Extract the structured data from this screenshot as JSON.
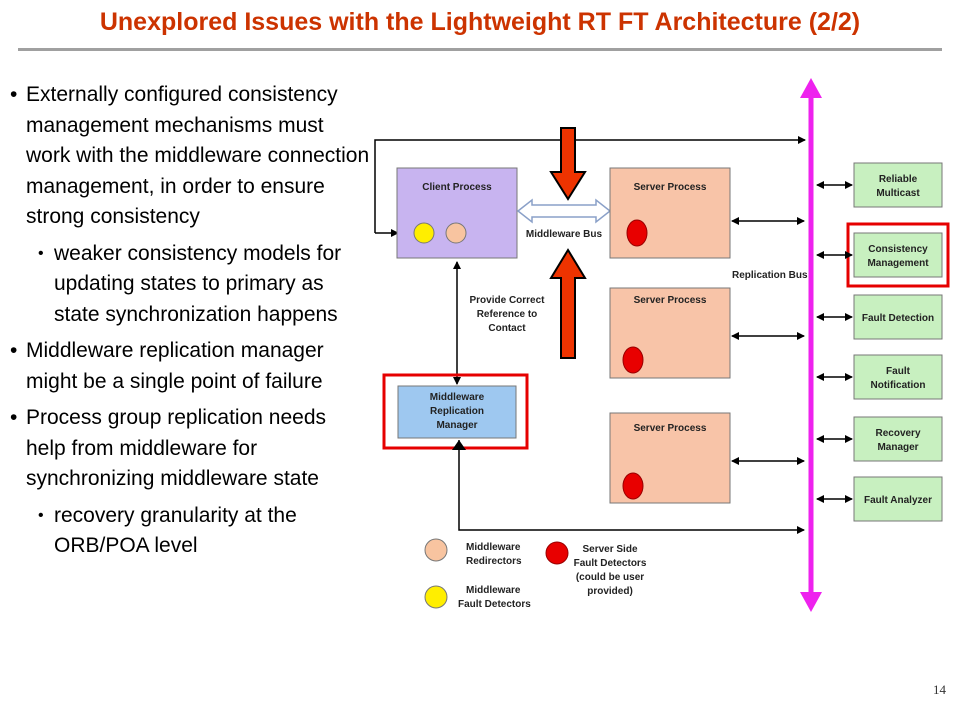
{
  "slide": {
    "title": "Unexplored Issues with the Lightweight RT FT Architecture (2/2)",
    "page_number": "14"
  },
  "bullets": {
    "b1": "Externally configured consistency management mechanisms must work with the middleware connection management, in order to ensure strong consistency",
    "b1_sub": "weaker consistency models for updating states to primary as state synchronization happens",
    "b2": "Middleware replication manager might be a single point of failure",
    "b3": "Process group replication needs help from middleware for synchronizing middleware state",
    "b3_sub": "recovery granularity at the ORB/POA level"
  },
  "diagram": {
    "client_process": "Client Process",
    "server_process_1": "Server Process",
    "server_process_2": "Server Process",
    "server_process_3": "Server Process",
    "middleware_bus": "Middleware Bus",
    "replication_bus": "Replication Bus",
    "provide_ref": [
      "Provide Correct",
      "Reference to",
      "Contact"
    ],
    "mw_replication_manager": [
      "Middleware",
      "Replication",
      "Manager"
    ],
    "services": {
      "reliable_multicast": [
        "Reliable",
        "Multicast"
      ],
      "consistency_management": [
        "Consistency",
        "Management"
      ],
      "fault_detection": "Fault Detection",
      "fault_notification": [
        "Fault",
        "Notification"
      ],
      "recovery_manager": [
        "Recovery",
        "Manager"
      ],
      "fault_analyzer": "Fault Analyzer"
    },
    "legend": {
      "mw_redirectors": [
        "Middleware",
        "Redirectors"
      ],
      "mw_fault_detectors": [
        "Middleware",
        "Fault Detectors"
      ],
      "server_side_fd": [
        "Server Side",
        "Fault Detectors",
        "(could be user",
        "provided)"
      ]
    },
    "colors": {
      "client_fill": "#c8b4f0",
      "server_fill": "#f8c4a8",
      "manager_fill": "#9ec8f0",
      "service_fill": "#c8f0c0",
      "bus_color": "#ee22ee",
      "highlight": "#e60000",
      "arrow_fill": "#ee3300",
      "redirector": "#f8c4a0",
      "mw_detector": "#ffee00",
      "server_detector": "#e80000"
    }
  }
}
